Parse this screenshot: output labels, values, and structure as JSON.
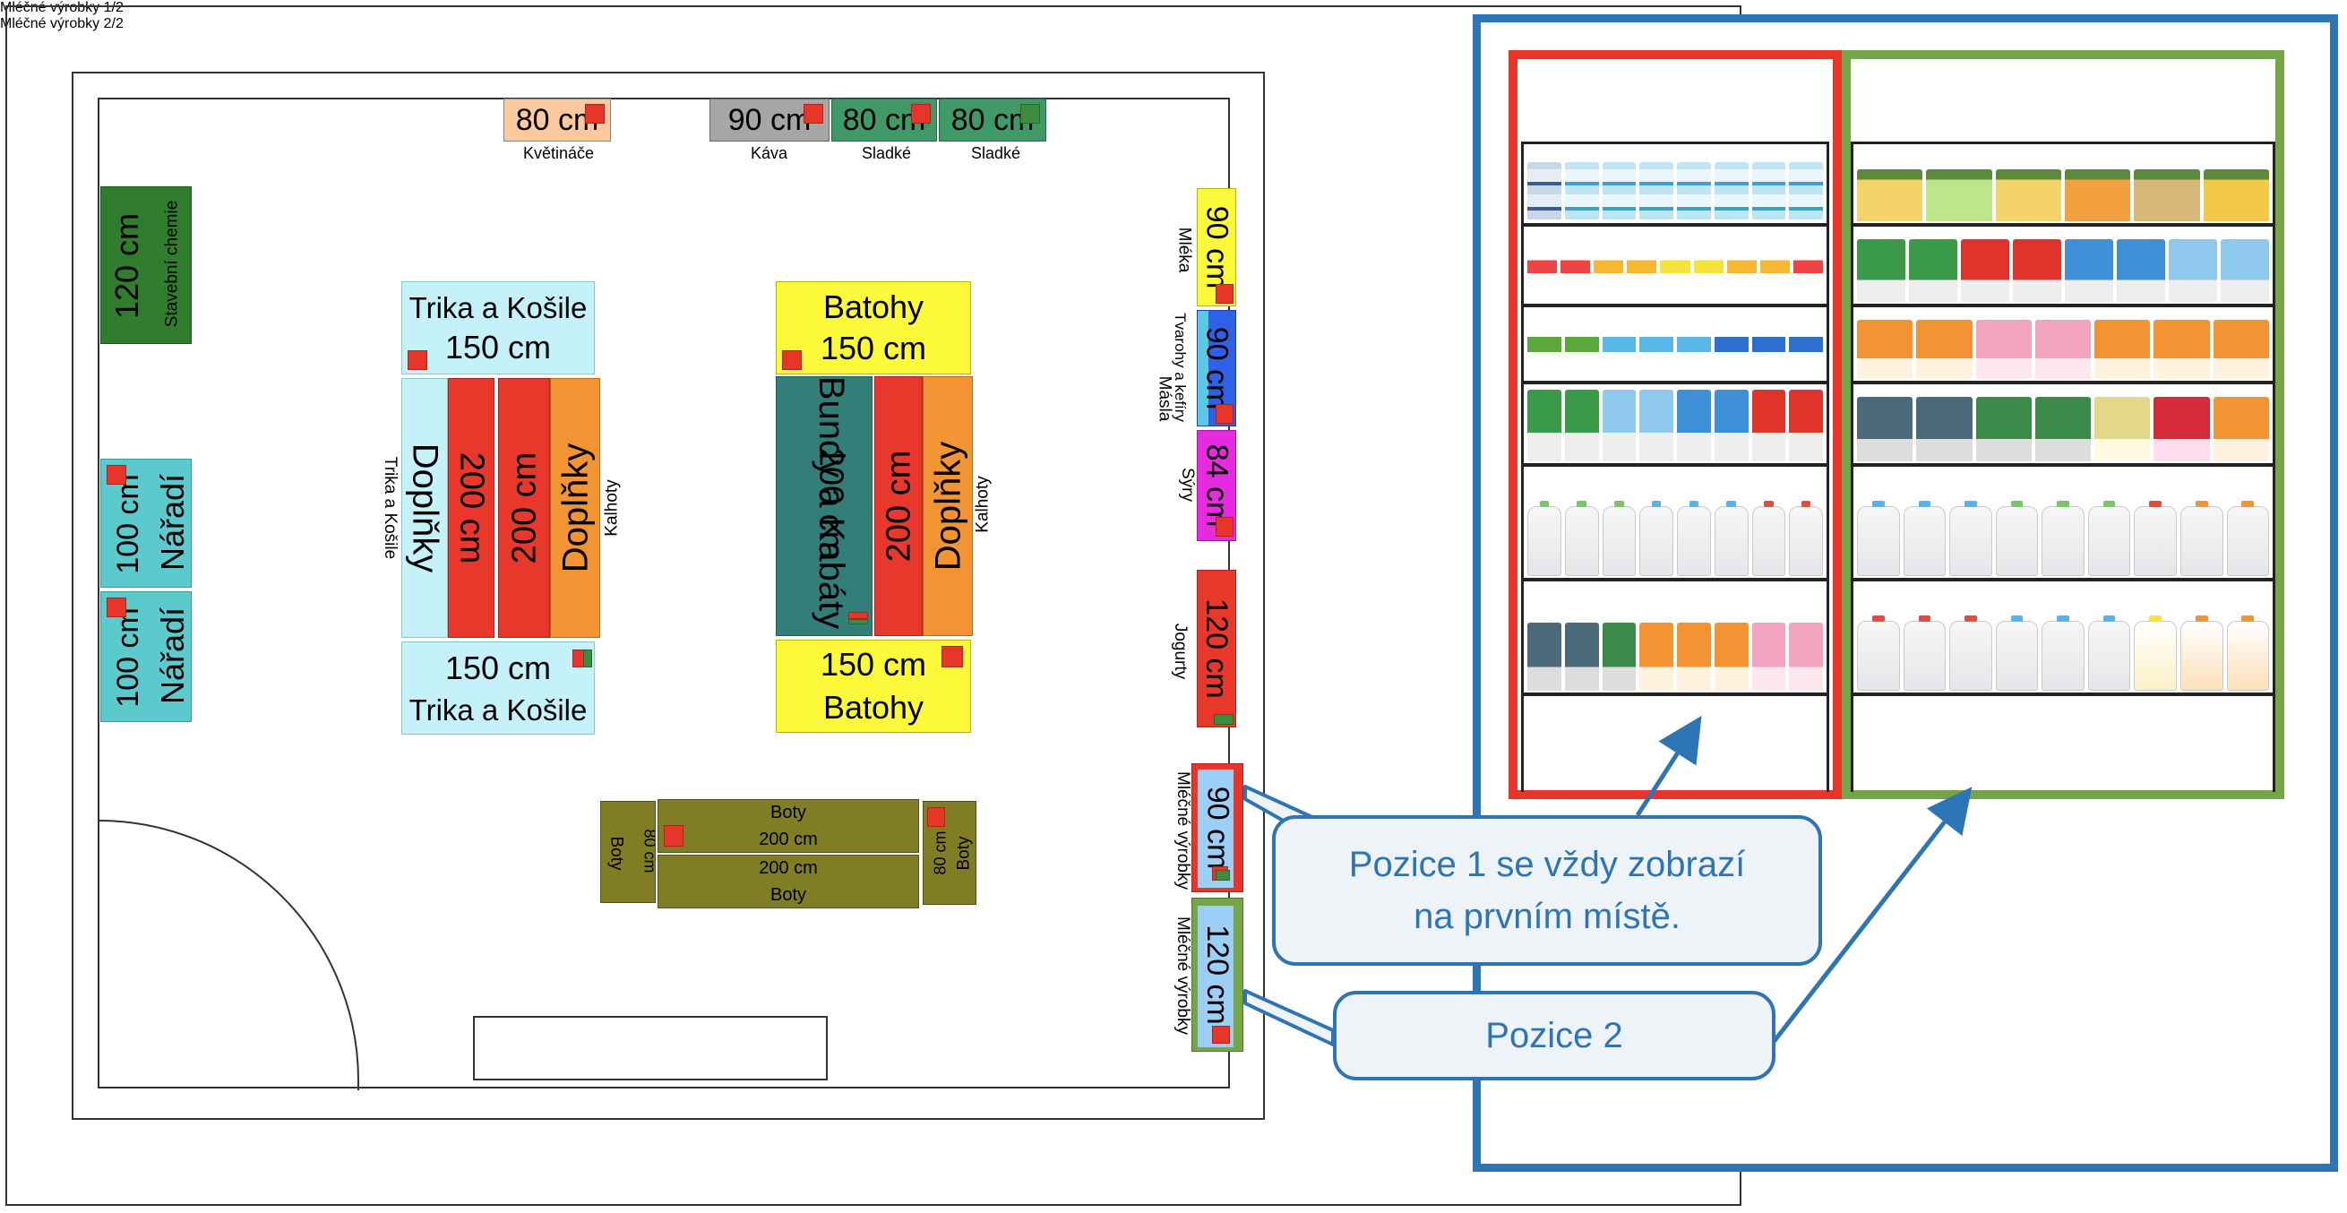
{
  "floorplan": {
    "shelves": {
      "kvetinace": {
        "size": "80 cm",
        "category": "Květináče"
      },
      "kava": {
        "size": "90 cm",
        "category": "Káva"
      },
      "sladke1": {
        "size": "80 cm",
        "category": "Sladké"
      },
      "sladke2": {
        "size": "80 cm",
        "category": "Sladké"
      },
      "stavebni_chemie": {
        "size": "120 cm",
        "category": "Stavební chemie"
      },
      "naradi1": {
        "size": "100 cm",
        "category": "Nářadí"
      },
      "naradi2": {
        "size": "100 cm",
        "category": "Nářadí"
      },
      "trika_top": {
        "category": "Trika a Košile",
        "size": "150 cm"
      },
      "trika_bottom": {
        "category": "Trika a Košile",
        "size": "150 cm"
      },
      "trika_side": {
        "category": "Trika a Košile"
      },
      "doplnky1": {
        "category": "Doplňky"
      },
      "doplnky1_size": {
        "size": "200 cm"
      },
      "doplnky2_size": {
        "size": "200 cm"
      },
      "doplnky2": {
        "category": "Doplňky"
      },
      "kalhoty1": {
        "category": "Kalhoty"
      },
      "batohy_top": {
        "category": "Batohy",
        "size": "150 cm"
      },
      "batohy_bottom": {
        "category": "Batohy",
        "size": "150 cm"
      },
      "bundy": {
        "category": "Bundy a Kabáty",
        "size": "200 cm"
      },
      "doplnky3_size": {
        "size": "200 cm"
      },
      "doplnky3": {
        "category": "Doplňky"
      },
      "kalhoty2": {
        "category": "Kalhoty"
      },
      "boty_top": {
        "category": "Boty",
        "size": "200 cm"
      },
      "boty_bottom": {
        "category": "Boty",
        "size": "200 cm"
      },
      "boty_left": {
        "category": "Boty",
        "size": "80 cm"
      },
      "boty_right": {
        "category": "Boty",
        "size": "80 cm"
      },
      "mleka": {
        "category": "Mléka",
        "size": "90 cm"
      },
      "tvarohy": {
        "category": "Tvarohy a kefíry",
        "size": "90 cm"
      },
      "masla": {
        "category": "Másla"
      },
      "syry": {
        "category": "Sýry",
        "size": "84 cm"
      },
      "jogurty": {
        "category": "Jogurty",
        "size": "120 cm"
      },
      "mlecne1": {
        "category": "Mléčné výrobky",
        "size": "90 cm"
      },
      "mlecne2": {
        "category": "Mléčné výrobky",
        "size": "120 cm"
      }
    }
  },
  "planogram": {
    "panel1_title": "Mléčné výrobky 1/2",
    "panel2_title": "Mléčné výrobky 2/2"
  },
  "callouts": {
    "pozice1": "Pozice 1 se vždy zobrazí na prvním místě.",
    "pozice2": "Pozice 2"
  },
  "colors": {
    "accent_blue": "#2e75b6",
    "position1_red": "#e8352a",
    "position2_green": "#76a548",
    "marker_red": "#e8352a",
    "marker_green": "#3d8b3d",
    "peach": "#fbc99d",
    "gray": "#a6a6a6",
    "sea_green": "#3f9a67",
    "dark_green": "#2f7d2d",
    "teal": "#5cc9cc",
    "light_cyan": "#c5f1f9",
    "shelf_red": "#e8382b",
    "orange": "#f29433",
    "yellow": "#fcf83a",
    "dark_teal": "#347e7a",
    "olive": "#807d25",
    "blue": "#2f61e6",
    "magenta": "#e52ae0",
    "light_blue": "#9ccff6"
  }
}
